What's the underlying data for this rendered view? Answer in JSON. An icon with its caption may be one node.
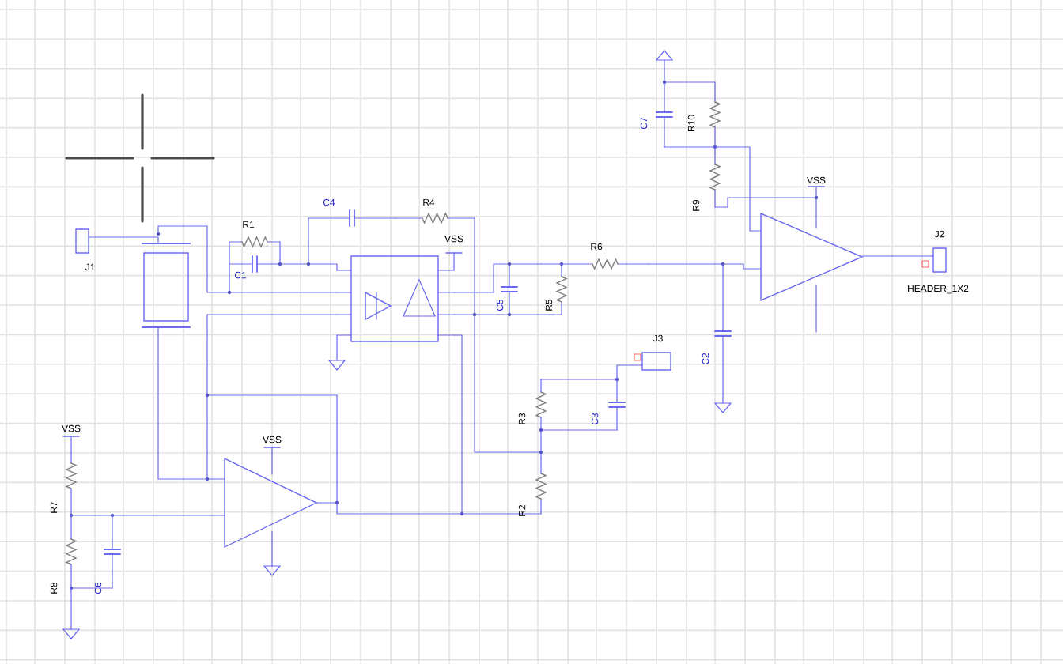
{
  "diagram": {
    "labels": [
      "C7",
      "R10",
      "C4",
      "R4",
      "R9",
      "VSS",
      "R1",
      "J1",
      "VSS",
      "C1",
      "R6",
      "J2",
      "C5",
      "R5",
      "HEADER_1X2",
      "J3",
      "C2",
      "R3",
      "C3",
      "VSS",
      "VSS",
      "R7",
      "R2",
      "R8",
      "C6"
    ]
  }
}
